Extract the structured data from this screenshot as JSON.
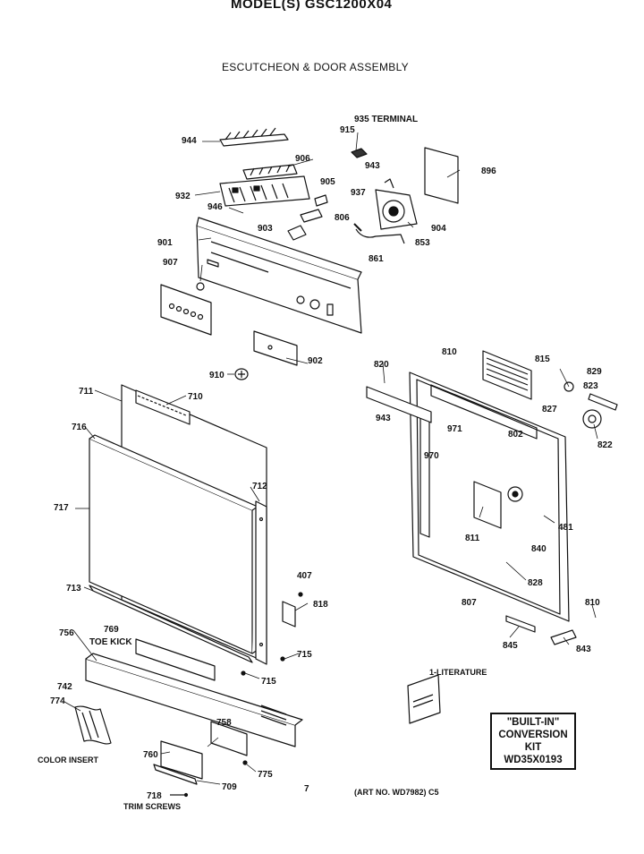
{
  "header": {
    "model": "MODEL(S) GSC1200X04",
    "section": "ESCUTCHEON & DOOR ASSEMBLY"
  },
  "kit": {
    "line1": "\"BUILT-IN\"",
    "line2": "CONVERSION",
    "line3": "KIT",
    "line4": "WD35X0193"
  },
  "art_number": "(ART NO. WD7982) C5",
  "callouts": [
    {
      "id": "944",
      "text": "944"
    },
    {
      "id": "935",
      "text": "935 TERMINAL"
    },
    {
      "id": "915",
      "text": "915"
    },
    {
      "id": "906",
      "text": "906"
    },
    {
      "id": "943a",
      "text": "943"
    },
    {
      "id": "896",
      "text": "896"
    },
    {
      "id": "905",
      "text": "905"
    },
    {
      "id": "937",
      "text": "937"
    },
    {
      "id": "932",
      "text": "932"
    },
    {
      "id": "946",
      "text": "946"
    },
    {
      "id": "806",
      "text": "806"
    },
    {
      "id": "904",
      "text": "904"
    },
    {
      "id": "903",
      "text": "903"
    },
    {
      "id": "901",
      "text": "901"
    },
    {
      "id": "853",
      "text": "853"
    },
    {
      "id": "861",
      "text": "861"
    },
    {
      "id": "907",
      "text": "907"
    },
    {
      "id": "810a",
      "text": "810"
    },
    {
      "id": "815",
      "text": "815"
    },
    {
      "id": "910",
      "text": "910"
    },
    {
      "id": "902",
      "text": "902"
    },
    {
      "id": "820",
      "text": "820"
    },
    {
      "id": "829",
      "text": "829"
    },
    {
      "id": "823",
      "text": "823"
    },
    {
      "id": "711",
      "text": "711"
    },
    {
      "id": "710",
      "text": "710"
    },
    {
      "id": "943b",
      "text": "943"
    },
    {
      "id": "827",
      "text": "827"
    },
    {
      "id": "716",
      "text": "716"
    },
    {
      "id": "971",
      "text": "971"
    },
    {
      "id": "802",
      "text": "802"
    },
    {
      "id": "822",
      "text": "822"
    },
    {
      "id": "970",
      "text": "970"
    },
    {
      "id": "712",
      "text": "712"
    },
    {
      "id": "717",
      "text": "717"
    },
    {
      "id": "811",
      "text": "811"
    },
    {
      "id": "481",
      "text": "481"
    },
    {
      "id": "840",
      "text": "840"
    },
    {
      "id": "407",
      "text": "407"
    },
    {
      "id": "713",
      "text": "713"
    },
    {
      "id": "828",
      "text": "828"
    },
    {
      "id": "818",
      "text": "818"
    },
    {
      "id": "807",
      "text": "807"
    },
    {
      "id": "810b",
      "text": "810"
    },
    {
      "id": "769",
      "text": "769"
    },
    {
      "id": "756",
      "text": "756"
    },
    {
      "id": "toekick",
      "text": "TOE KICK"
    },
    {
      "id": "715a",
      "text": "715"
    },
    {
      "id": "845",
      "text": "845"
    },
    {
      "id": "843",
      "text": "843"
    },
    {
      "id": "715b",
      "text": "715"
    },
    {
      "id": "literature",
      "text": "1-LITERATURE"
    },
    {
      "id": "742",
      "text": "742"
    },
    {
      "id": "774",
      "text": "774"
    },
    {
      "id": "758",
      "text": "758"
    },
    {
      "id": "760",
      "text": "760"
    },
    {
      "id": "colorinsert",
      "text": "COLOR INSERT"
    },
    {
      "id": "775",
      "text": "775"
    },
    {
      "id": "709",
      "text": "709"
    },
    {
      "id": "718",
      "text": "718"
    },
    {
      "id": "trimscrews",
      "text": "TRIM SCREWS"
    },
    {
      "id": "seven",
      "text": "7"
    }
  ]
}
